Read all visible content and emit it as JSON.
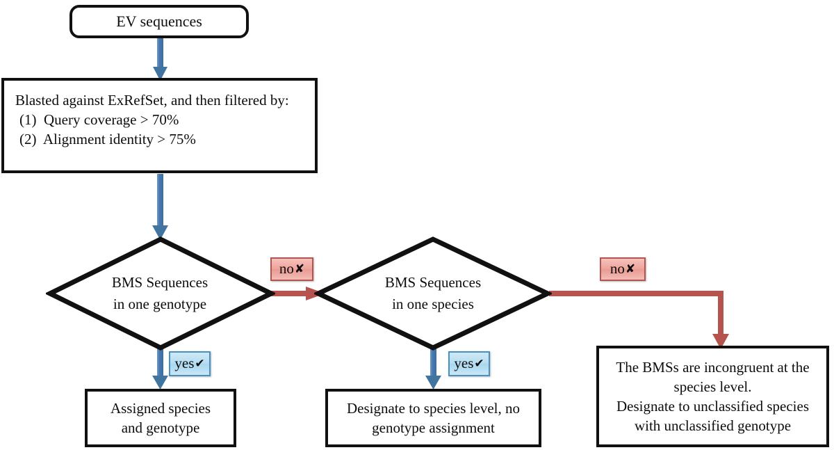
{
  "diagram": {
    "title": "EV sequence classification flowchart",
    "colors": {
      "node_border": "#111111",
      "node_fill": "#ffffff",
      "arrow_blue": "#4a7ab0",
      "arrow_red": "#b5534f",
      "tag_no_fill": "#efa49d",
      "tag_no_border": "#b5534f",
      "tag_yes_fill": "#b4ddf1",
      "tag_yes_border": "#4a90bf"
    },
    "nodes": {
      "start": {
        "shape": "rounded-rectangle",
        "lines": [
          "EV sequences"
        ]
      },
      "filter": {
        "shape": "rectangle",
        "lines": [
          "Blasted against ExRefSet, and then filtered by:",
          "(1)  Query coverage > 70%",
          "(2)  Alignment identity > 75%"
        ]
      },
      "decision_genotype": {
        "shape": "diamond",
        "lines": [
          "BMS Sequences",
          "in one genotype"
        ]
      },
      "decision_species": {
        "shape": "diamond",
        "lines": [
          "BMS Sequences",
          "in one species"
        ]
      },
      "result_assigned": {
        "shape": "rectangle",
        "lines": [
          "Assigned species",
          "and genotype"
        ]
      },
      "result_species_level": {
        "shape": "rectangle",
        "lines": [
          "Designate to species level, no",
          "genotype assignment"
        ]
      },
      "result_unclassified": {
        "shape": "rectangle",
        "lines": [
          "The BMSs are incongruent at the",
          "species level.",
          "Designate to unclassified species",
          "with unclassified genotype"
        ]
      }
    },
    "edge_labels": {
      "no_genotype": {
        "text": "no",
        "mark": "✘",
        "kind": "no"
      },
      "no_species": {
        "text": "no",
        "mark": "✘",
        "kind": "no"
      },
      "yes_genotype": {
        "text": "yes",
        "mark": "✔",
        "kind": "yes"
      },
      "yes_species": {
        "text": "yes",
        "mark": "✔",
        "kind": "yes"
      }
    }
  }
}
